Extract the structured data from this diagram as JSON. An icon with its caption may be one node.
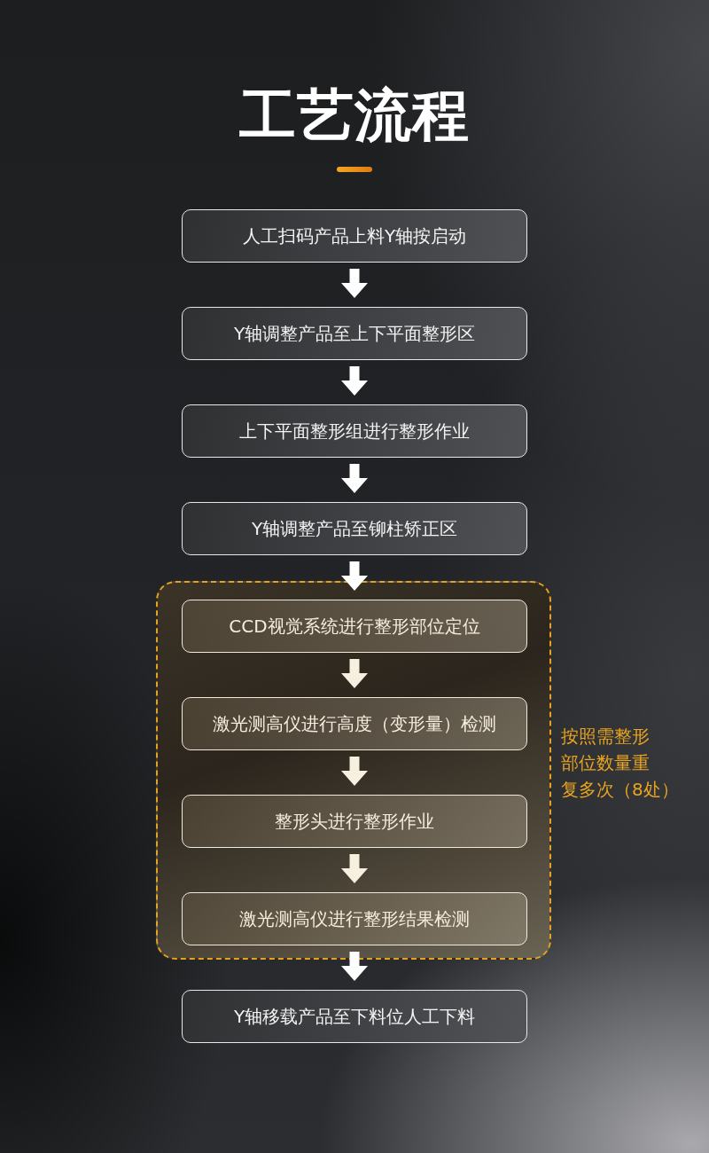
{
  "diagram": {
    "title": "工艺流程",
    "nodes": [
      {
        "text": [
          "人工扫码产品上料Y轴按启动"
        ]
      },
      {
        "text": [
          "Y轴调整产品至上下平面整形区"
        ]
      },
      {
        "text": [
          "上下平面整形组进行整形作业"
        ]
      },
      {
        "text": [
          "Y轴调整产品至铆柱矫正区"
        ]
      },
      {
        "text": [],
        "shape": "box",
        "beside": [
          "按照需整形部位数量重复多次（8处）"
        ]
      },
      {
        "text": [
          "CCD视觉系统进行整形部位定位"
        ],
        "in": 4
      },
      {
        "text": [
          "激光测高仪进行高度（变形量）检测"
        ],
        "in": 4
      },
      {
        "text": [
          "整形头进行整形作业"
        ],
        "in": 4
      },
      {
        "text": [
          "激光测高仪进行整形结果检测"
        ],
        "in": 4
      },
      {
        "text": [
          "Y轴移载产品至下料位人工下料"
        ]
      }
    ],
    "edges": [
      {
        "from": 0,
        "to": 1,
        "arrow": "to"
      },
      {
        "from": 1,
        "to": 2,
        "arrow": "to"
      },
      {
        "from": 2,
        "to": 3,
        "arrow": "to"
      },
      {
        "from": 3,
        "to": 5,
        "arrow": "to"
      },
      {
        "from": 5,
        "to": 6,
        "arrow": "to",
        "color": "#f7efe0"
      },
      {
        "from": 6,
        "to": 7,
        "arrow": "to",
        "color": "#f7efe0"
      },
      {
        "from": 7,
        "to": 8,
        "arrow": "to",
        "color": "#f7efe0"
      },
      {
        "from": 8,
        "to": 9,
        "arrow": "to"
      }
    ]
  }
}
